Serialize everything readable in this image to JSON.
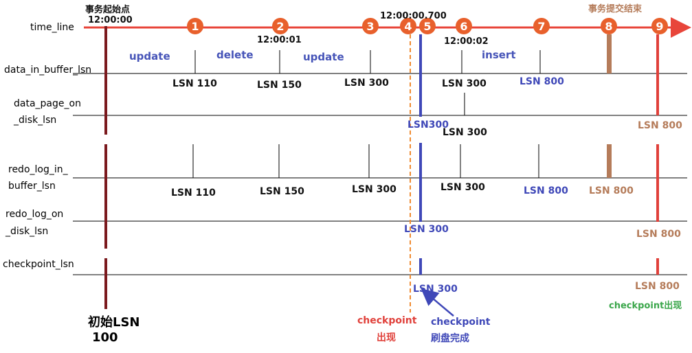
{
  "rows": {
    "time_line": "time_line",
    "data_in_buffer_lsn": "data_in_buffer_lsn",
    "data_page_on_line1": "data_page_on",
    "data_page_on_line2": "_disk_lsn",
    "redo_log_in_line1": "redo_log_in_",
    "redo_log_in_line2": "buffer_lsn",
    "redo_log_on_line1": "redo_log_on",
    "redo_log_on_line2": "_disk_lsn",
    "checkpoint_lsn": "checkpoint_lsn"
  },
  "header": {
    "start_label": "事务起始点",
    "start_time": "12:00:00",
    "commit_end_label": "事务提交结束",
    "checkpoint_time": "12:00:00.700"
  },
  "markers": [
    "1",
    "2",
    "3",
    "4",
    "5",
    "6",
    "7",
    "8",
    "9"
  ],
  "times": {
    "t2": "12:00:01",
    "t6": "12:00:02"
  },
  "operations": {
    "op1": "update",
    "op2": "delete",
    "op3": "update",
    "op6": "insert"
  },
  "data_in_buffer": {
    "lsn1": "LSN 110",
    "lsn2": "LSN 150",
    "lsn3": "LSN 300",
    "lsn6": "LSN 300",
    "lsn7": "LSN 800"
  },
  "data_page_on_disk": {
    "lsn5": "LSN300",
    "lsn6": "LSN 300",
    "lsn9": "LSN 800"
  },
  "redo_log_in_buffer": {
    "lsn1": "LSN 110",
    "lsn2": "LSN 150",
    "lsn3": "LSN 300",
    "lsn6": "LSN 300",
    "lsn7": "LSN 800",
    "lsn8": "LSN 800"
  },
  "redo_log_on_disk": {
    "lsn5": "LSN 300",
    "lsn9": "LSN 800"
  },
  "checkpoint": {
    "lsn5": "LSN 300",
    "lsn9": "LSN 800"
  },
  "notes": {
    "checkpoint_appears_1": "checkpoint",
    "checkpoint_appears_2": "出现",
    "checkpoint_flushed_1": "checkpoint",
    "checkpoint_flushed_2": "刷盘完成",
    "checkpoint_appears_right": "checkpoint出现",
    "initial_lsn_1": "初始LSN",
    "initial_lsn_2": "100"
  },
  "colors": {
    "timeline_red": "#e8453a",
    "marker_orange": "#e8602c",
    "dark_red": "#7b1a1e",
    "blue": "#3f48b8",
    "brown": "#b57c5a",
    "red_bar": "#e0403a",
    "dashed_orange": "#f08a30",
    "green": "#3aa64a"
  }
}
